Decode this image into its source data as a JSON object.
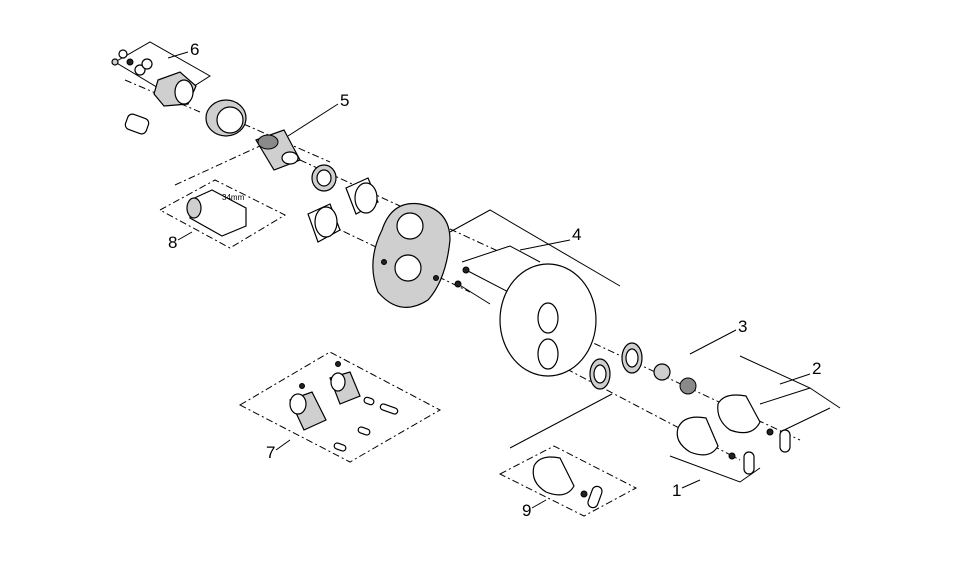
{
  "diagram": {
    "callouts": {
      "c1": "1",
      "c2": "2",
      "c3": "3",
      "c4": "4",
      "c5": "5",
      "c6": "6",
      "c7": "7",
      "c8": "8",
      "c9": "9"
    },
    "dimension_label": "34mm"
  }
}
